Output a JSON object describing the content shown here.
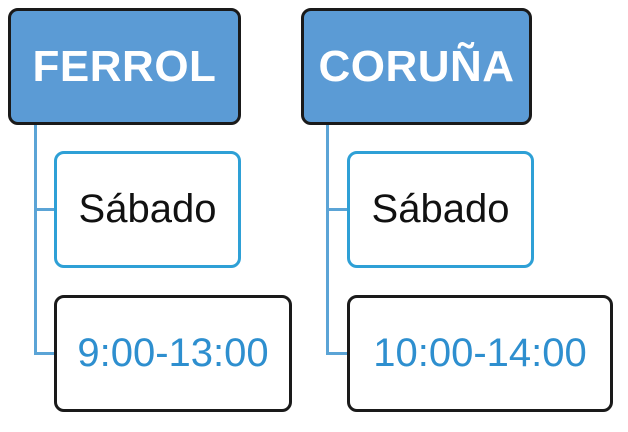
{
  "branches": [
    {
      "city": "FERROL",
      "day": "Sábado",
      "hours": "9:00-13:00"
    },
    {
      "city": "CORUÑA",
      "day": "Sábado",
      "hours": "10:00-14:00"
    }
  ],
  "colors": {
    "header_fill": "#5b9bd5",
    "header_text": "#ffffff",
    "header_border": "#1a1a1a",
    "day_border": "#2ea0d6",
    "time_text": "#2e8fcf",
    "connector": "#5ba4d6"
  }
}
